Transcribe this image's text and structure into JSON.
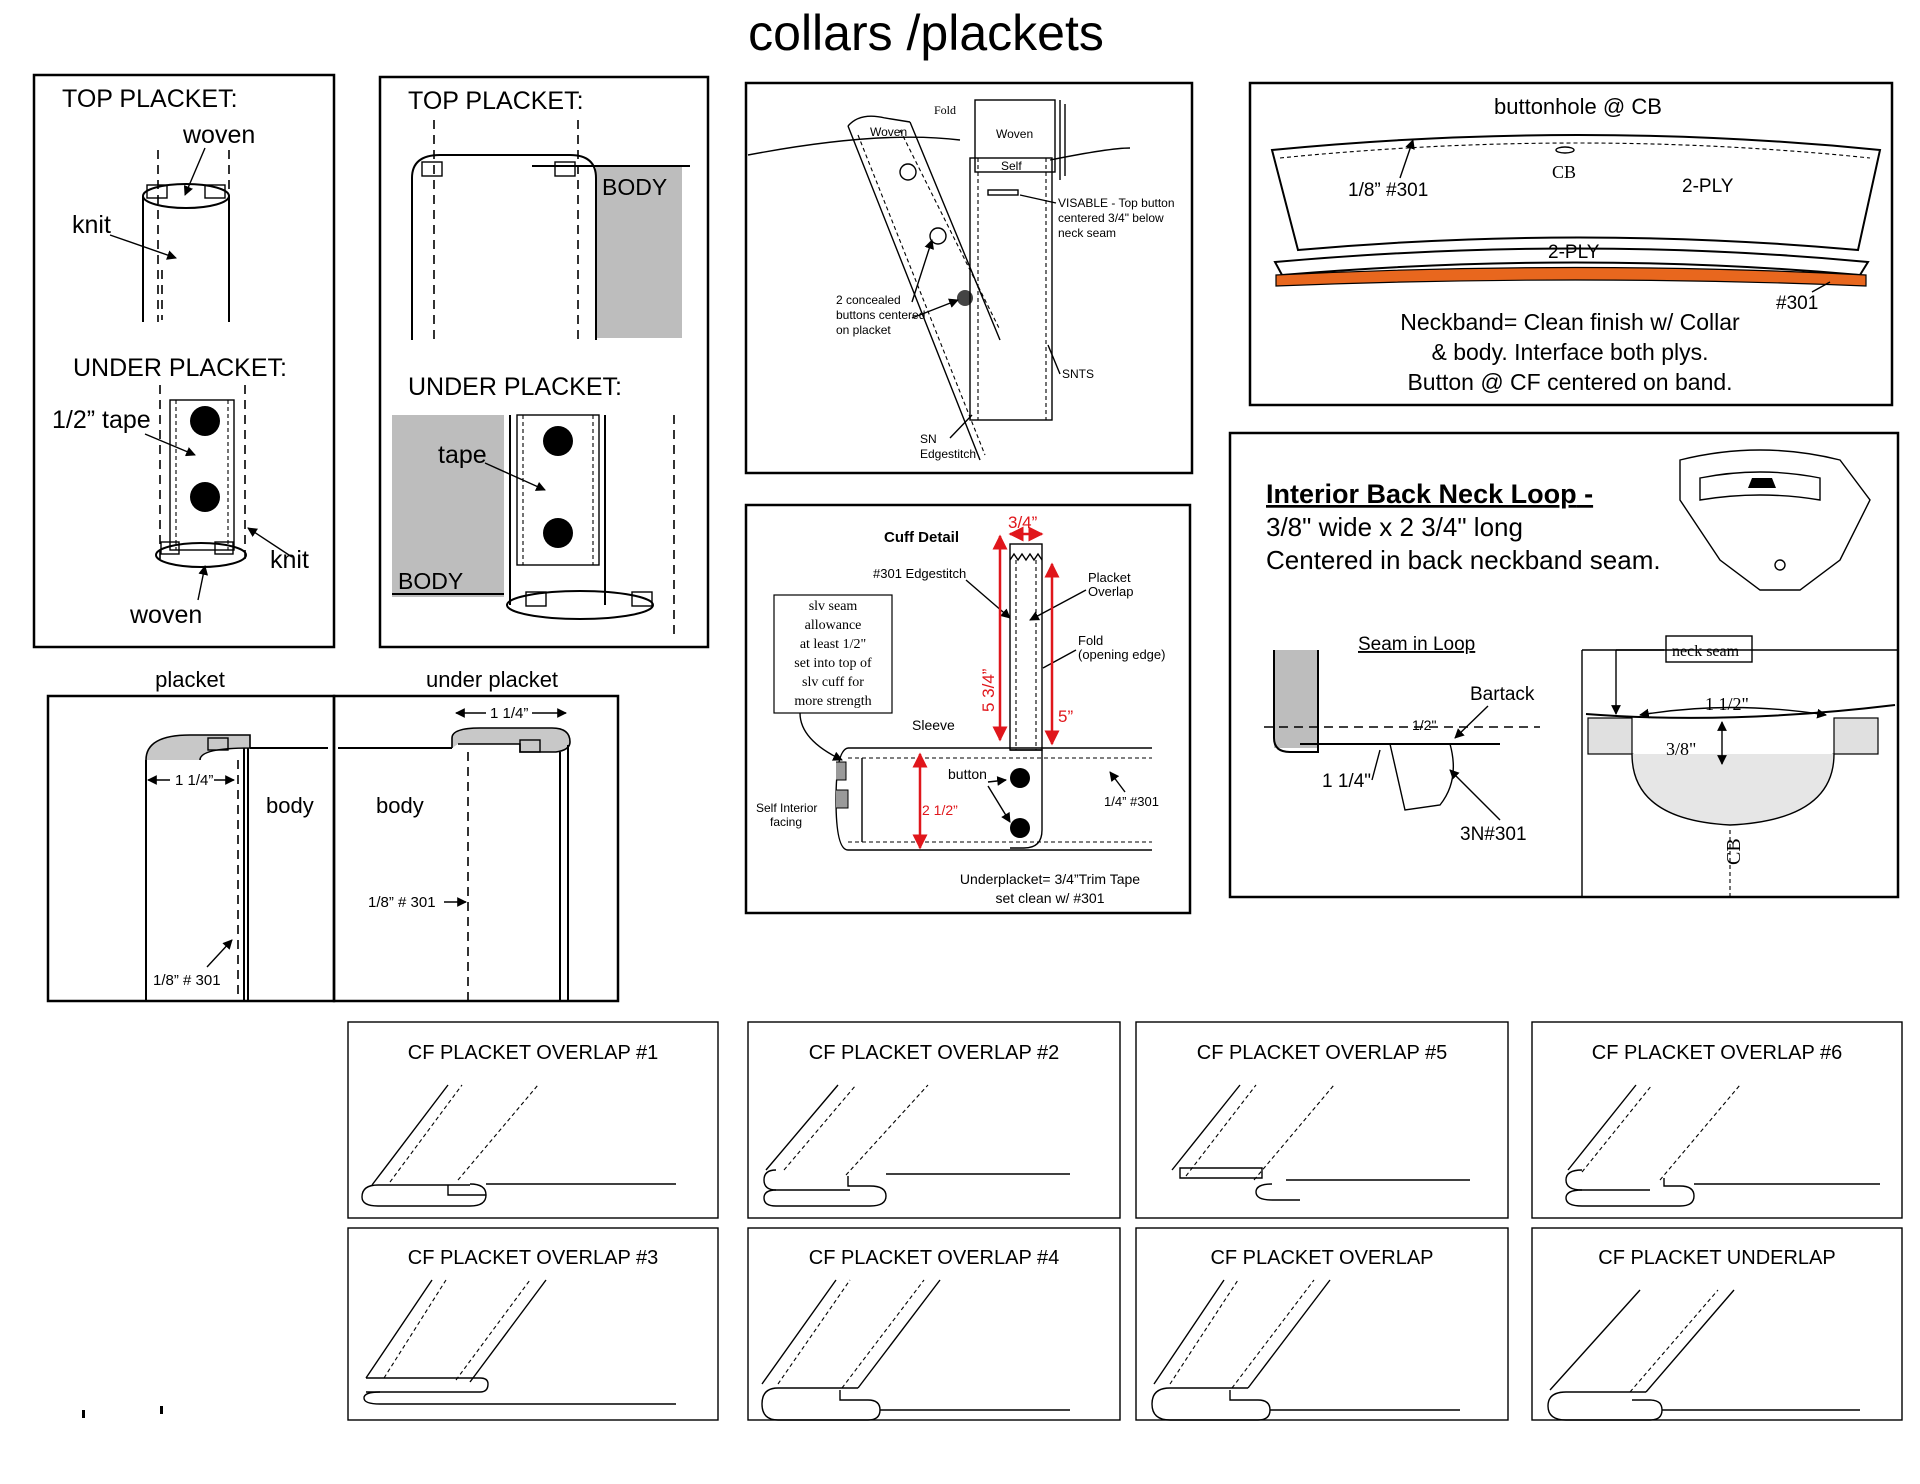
{
  "page_title": "collars /plackets",
  "panel_knit_woven": {
    "top_heading": "TOP PLACKET:",
    "woven_top": "woven",
    "knit_top": "knit",
    "under_heading": "UNDER PLACKET:",
    "tape": "1/2” tape",
    "knit_bottom": "knit",
    "woven_bottom": "woven"
  },
  "panel_body": {
    "top_heading": "TOP PLACKET:",
    "body_top": "BODY",
    "under_heading": "UNDER PLACKET:",
    "tape": "tape",
    "body_bottom": "BODY"
  },
  "panel_concealed": {
    "fold": "Fold",
    "woven_left": "Woven",
    "woven_right": "Woven",
    "self": "Self",
    "visable_note": [
      "VISABLE - Top button",
      "centered 3/4\" below",
      "neck seam"
    ],
    "concealed_note": [
      "2 concealed",
      "buttons centered",
      "on placket"
    ],
    "snts": "SNTS",
    "sn_edgestitch": [
      "SN",
      "Edgestitch"
    ]
  },
  "panel_neckband": {
    "buttonhole": "buttonhole @ CB",
    "cb": "CB",
    "stitch_left": "1/8” #301",
    "two_ply_top": "2-PLY",
    "two_ply_band": "2-PLY",
    "stitch_301": "#301",
    "note": [
      "Neckband= Clean finish w/ Collar",
      "& body. Interface both plys.",
      "Button @ CF centered on band."
    ],
    "accent_color": "#e8671e"
  },
  "panel_neck_loop": {
    "title": "Interior Back Neck Loop",
    "title_suffix": " -",
    "line1": "3/8\" wide x 2 3/4\" long",
    "line2": "Centered in back neckband seam.",
    "seam_in_loop": "Seam in Loop",
    "bartack": "Bartack",
    "half_inch": "1/2\"",
    "one_quarter": "1 1/4\"",
    "stitch": "3N#301",
    "neck_seam": "neck seam",
    "one_half": "1 1/2\"",
    "three_eighths": "3/8\"",
    "cb": "CB"
  },
  "panel_cuff": {
    "title": "Cuff Detail",
    "three_quarter": "3/4”",
    "edgestitch": "#301 Edgestitch",
    "placket_overlap": [
      "Placket",
      "Overlap"
    ],
    "seam_note": [
      "slv seam",
      "allowance",
      "at least 1/2\"",
      "set into top of",
      "slv cuff for",
      "more strength"
    ],
    "fold_note": [
      "Fold",
      "(opening edge)"
    ],
    "five_three_quarter": "5 3/4”",
    "five": "5”",
    "sleeve": "Sleeve",
    "button": "button",
    "self_interior": [
      "Self Interior",
      "facing"
    ],
    "two_half": "2 1/2”",
    "stitch_301": "1/4” #301",
    "underplacket_note": [
      "Underplacket= 3/4”Trim Tape",
      "set clean w/ #301"
    ],
    "red_color": "#e0161b"
  },
  "panel_placket": {
    "label": "placket",
    "width": "1 1/4”",
    "body": "body",
    "stitch": "1/8” # 301"
  },
  "panel_under_placket": {
    "label": "under placket",
    "width": "1 1/4”",
    "body": "body",
    "stitch": "1/8” # 301"
  },
  "overlap_cards": [
    "CF PLACKET OVERLAP #1",
    "CF PLACKET OVERLAP #2",
    "CF PLACKET OVERLAP #5",
    "CF PLACKET OVERLAP #6",
    "CF PLACKET OVERLAP #3",
    "CF PLACKET OVERLAP #4",
    "CF PLACKET OVERLAP",
    "CF PLACKET UNDERLAP"
  ]
}
